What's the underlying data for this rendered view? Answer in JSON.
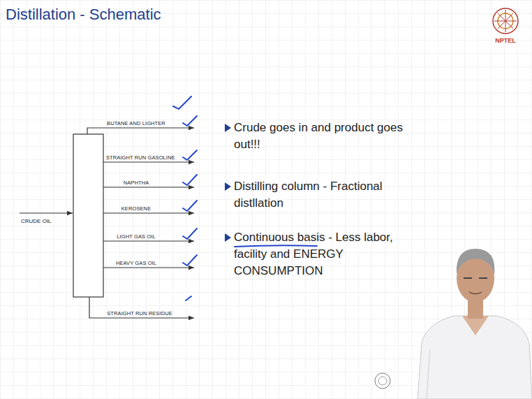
{
  "diagram": {
    "title": "Distillation - Schematic",
    "labels": [
      "BUTANE AND LIGHTER",
      "STRAIGHT RUN GASOLINE",
      "NAPHTHA",
      "KEROSENE",
      "LIGHT GAS OIL",
      "HEAVY GAS OIL",
      "STRAIGHT RUN RESIDUE",
      "CRUDE OIL",
      "Crude goes in and product goes out!!!",
      "Distilling column - Fractional distllation",
      "Continuous basis - Less labor, facility and ENERGY CONSUMPTION",
      "NPTEL"
    ]
  }
}
